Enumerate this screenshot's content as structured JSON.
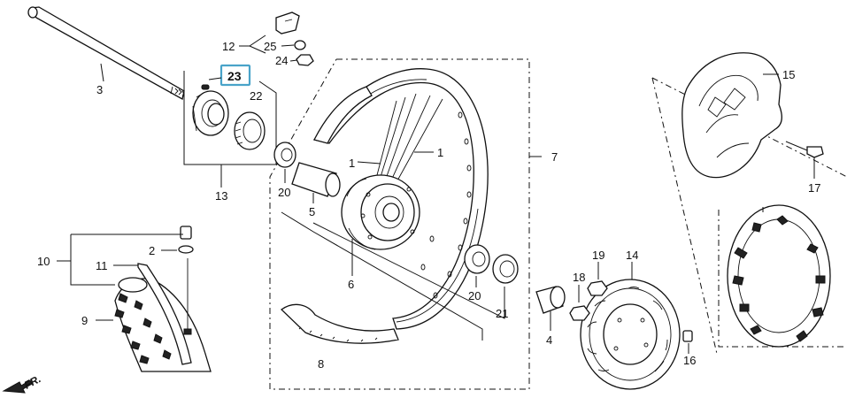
{
  "diagram": {
    "highlight_color": "#49a3c9",
    "callouts": {
      "p1a": "1",
      "p1b": "1",
      "p2": "2",
      "p3": "3",
      "p4": "4",
      "p5": "5",
      "p6": "6",
      "p7": "7",
      "p8": "8",
      "p9": "9",
      "p10": "10",
      "p11": "11",
      "p12": "12",
      "p13": "13",
      "p14": "14",
      "p15": "15",
      "p16": "16",
      "p17": "17",
      "p18": "18",
      "p19": "19",
      "p20a": "20",
      "p20b": "20",
      "p21": "21",
      "p22": "22",
      "p23": "23",
      "p24": "24",
      "p25": "25"
    },
    "direction_label": "FR."
  }
}
